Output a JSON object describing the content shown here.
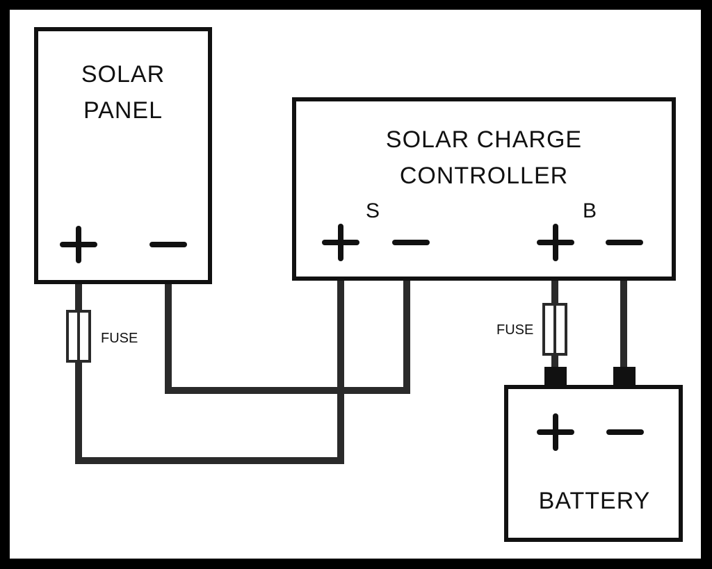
{
  "solar_panel": {
    "title_line1": "SOLAR",
    "title_line2": "PANEL",
    "plus": "+",
    "minus": "−"
  },
  "controller": {
    "title_line1": "SOLAR CHARGE",
    "title_line2": "CONTROLLER",
    "solar_label": "S",
    "battery_label": "B"
  },
  "battery": {
    "title": "BATTERY"
  },
  "fuses": {
    "panel_fuse": "FUSE",
    "battery_fuse": "FUSE"
  },
  "colors": {
    "frame": "#000000",
    "background": "#ffffff",
    "wire": "#2a2a2a"
  }
}
